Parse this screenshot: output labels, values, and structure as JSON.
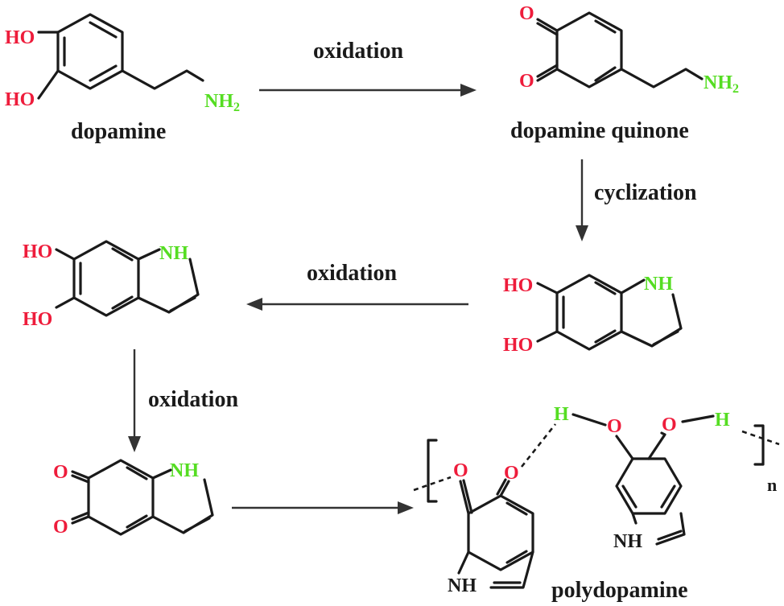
{
  "molecules": {
    "dopamine": "dopamine",
    "dopamine_quinone": "dopamine quinone",
    "polydopamine": "polydopamine"
  },
  "steps": {
    "step1": "oxidation",
    "step2": "cyclization",
    "step3": "oxidation",
    "step4": "oxidation"
  },
  "atoms": {
    "hydroxyl": "HO",
    "amine": "NH",
    "amine_sub": "2",
    "imine": "NH",
    "oxygen": "O",
    "hydrogen": "H",
    "repeat_unit": "n"
  },
  "colors": {
    "oxygen": "#ee1c3b",
    "nitrogen": "#55dd22",
    "bond": "#1a1a1a"
  }
}
